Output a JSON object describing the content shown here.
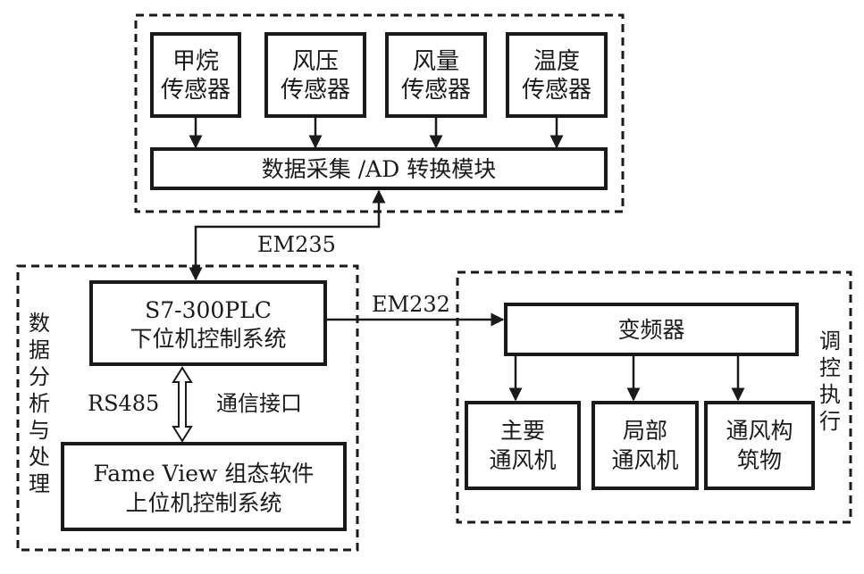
{
  "sensors": [
    {
      "line1": "甲烷",
      "line2": "传感器"
    },
    {
      "line1": "风压",
      "line2": "传感器"
    },
    {
      "line1": "风量",
      "line2": "传感器"
    },
    {
      "line1": "温度",
      "line2": "传感器"
    }
  ],
  "acquisition_module": "数据采集 /AD 转换模块",
  "bus_labels": {
    "em235": "EM235",
    "em232": "EM232",
    "rs485": "RS485",
    "comm_interface": "通信接口"
  },
  "plc": {
    "line1": "S7-300PLC",
    "line2": "下位机控制系统"
  },
  "upper": {
    "line1": "Fame View 组态软件",
    "line2": "上位机控制系统"
  },
  "inverter": "变频器",
  "fans": [
    {
      "line1": "主要",
      "line2": "通风机"
    },
    {
      "line1": "局部",
      "line2": "通风机"
    },
    {
      "line1": "通风构",
      "line2": "筑物"
    }
  ],
  "group_labels": {
    "left": [
      "数",
      "据",
      "分",
      "析",
      "与",
      "处",
      "理"
    ],
    "right": [
      "调",
      "控",
      "执",
      "行"
    ]
  }
}
